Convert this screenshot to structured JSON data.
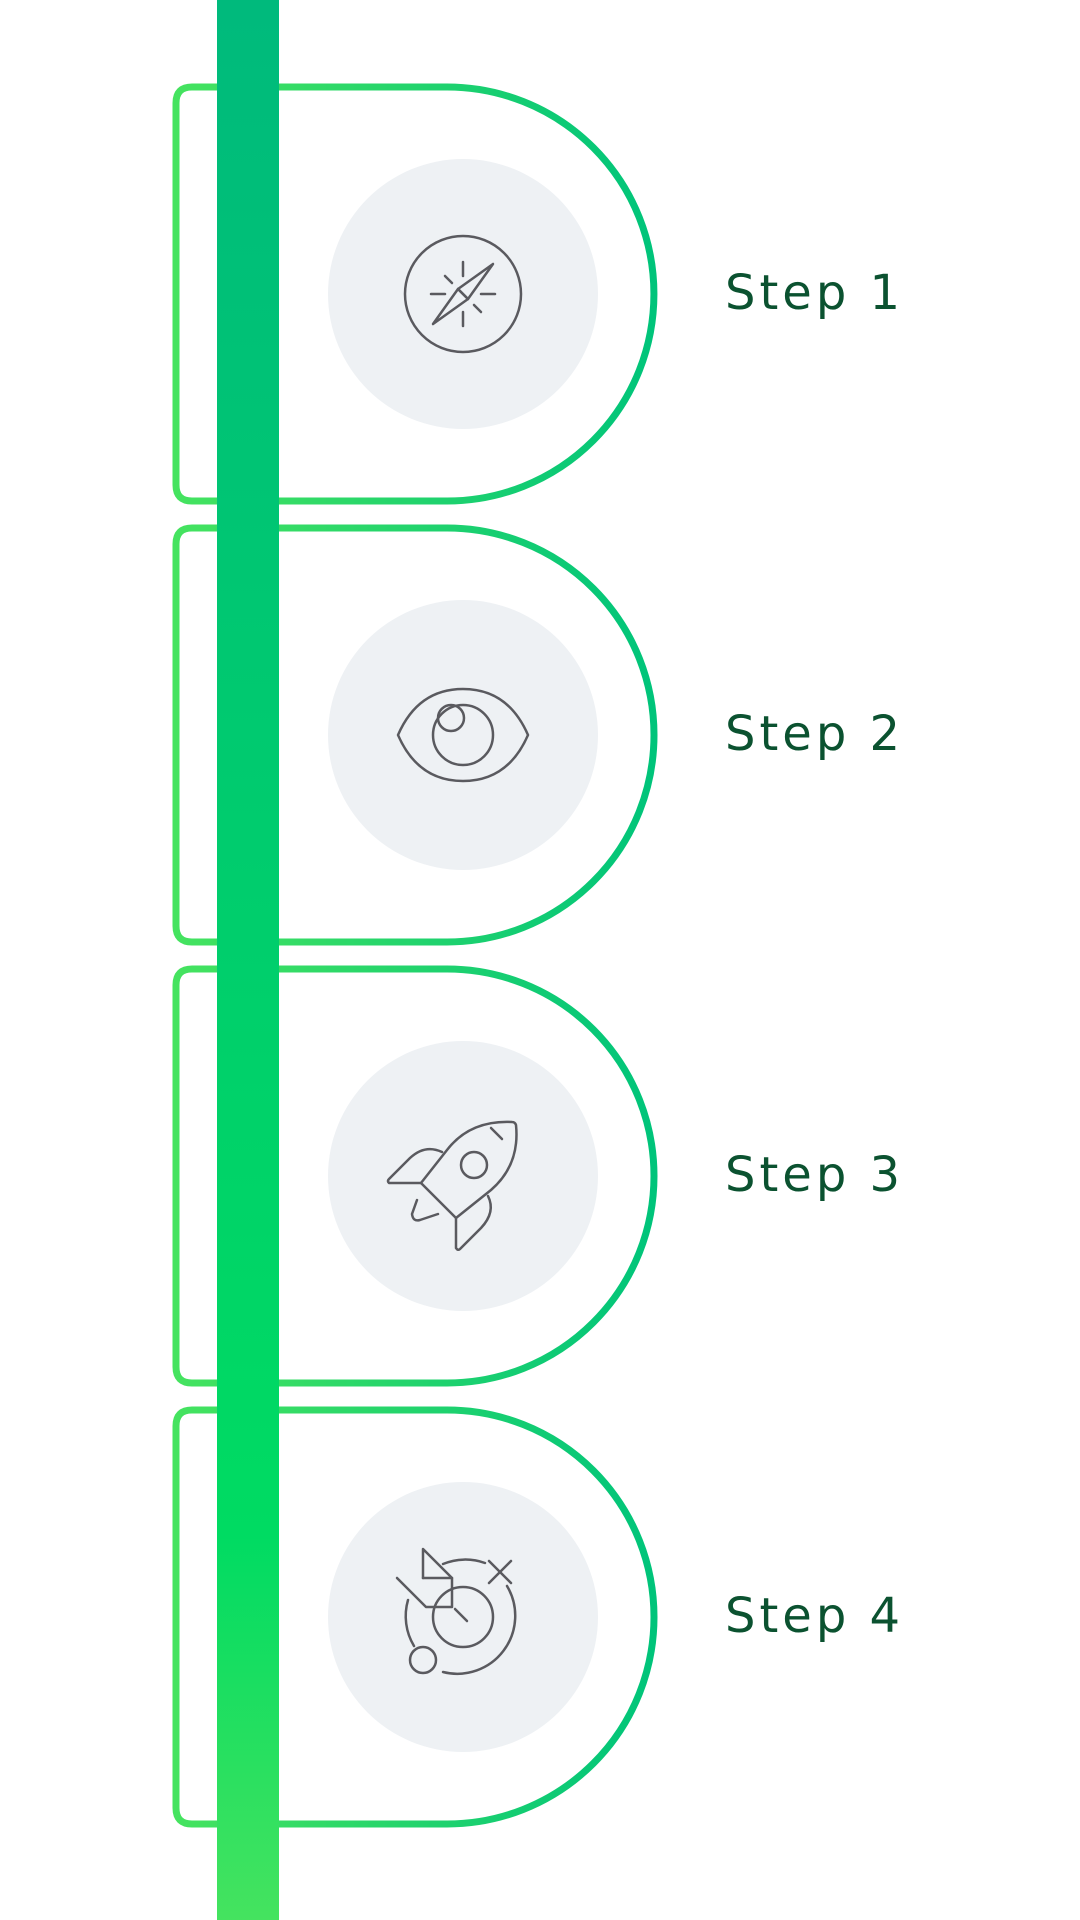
{
  "steps": [
    {
      "label": "Step 1",
      "icon": "compass-icon"
    },
    {
      "label": "Step 2",
      "icon": "eye-icon"
    },
    {
      "label": "Step 3",
      "icon": "rocket-icon"
    },
    {
      "label": "Step 4",
      "icon": "target-arrow-icon"
    }
  ],
  "colors": {
    "bar_top": "#00BA7C",
    "bar_mid": "#00DB62",
    "bar_bottom": "#45E35F",
    "outline_left": "#45E35F",
    "outline_right": "#00C47A",
    "circle_fill": "#EEF1F4",
    "icon_stroke": "#5A5A5F",
    "label_text": "#0B5230"
  }
}
